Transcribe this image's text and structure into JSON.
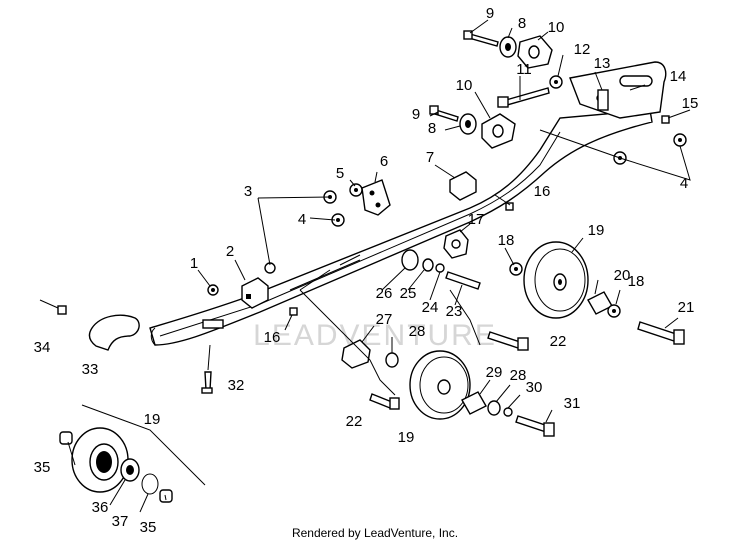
{
  "diagram": {
    "watermark": "LEADVENTURE",
    "footer": "Rendered by LeadVenture, Inc.",
    "callouts": [
      "9",
      "8",
      "10",
      "12",
      "13",
      "14",
      "11",
      "15",
      "10",
      "9",
      "8",
      "4",
      "6",
      "7",
      "5",
      "3",
      "16",
      "4",
      "17",
      "18",
      "19",
      "2",
      "1",
      "26",
      "25",
      "24",
      "20",
      "18",
      "23",
      "21",
      "34",
      "27",
      "28",
      "22",
      "33",
      "16",
      "32",
      "29",
      "28",
      "30",
      "31",
      "22",
      "19",
      "19",
      "35",
      "36",
      "37",
      "35"
    ]
  }
}
